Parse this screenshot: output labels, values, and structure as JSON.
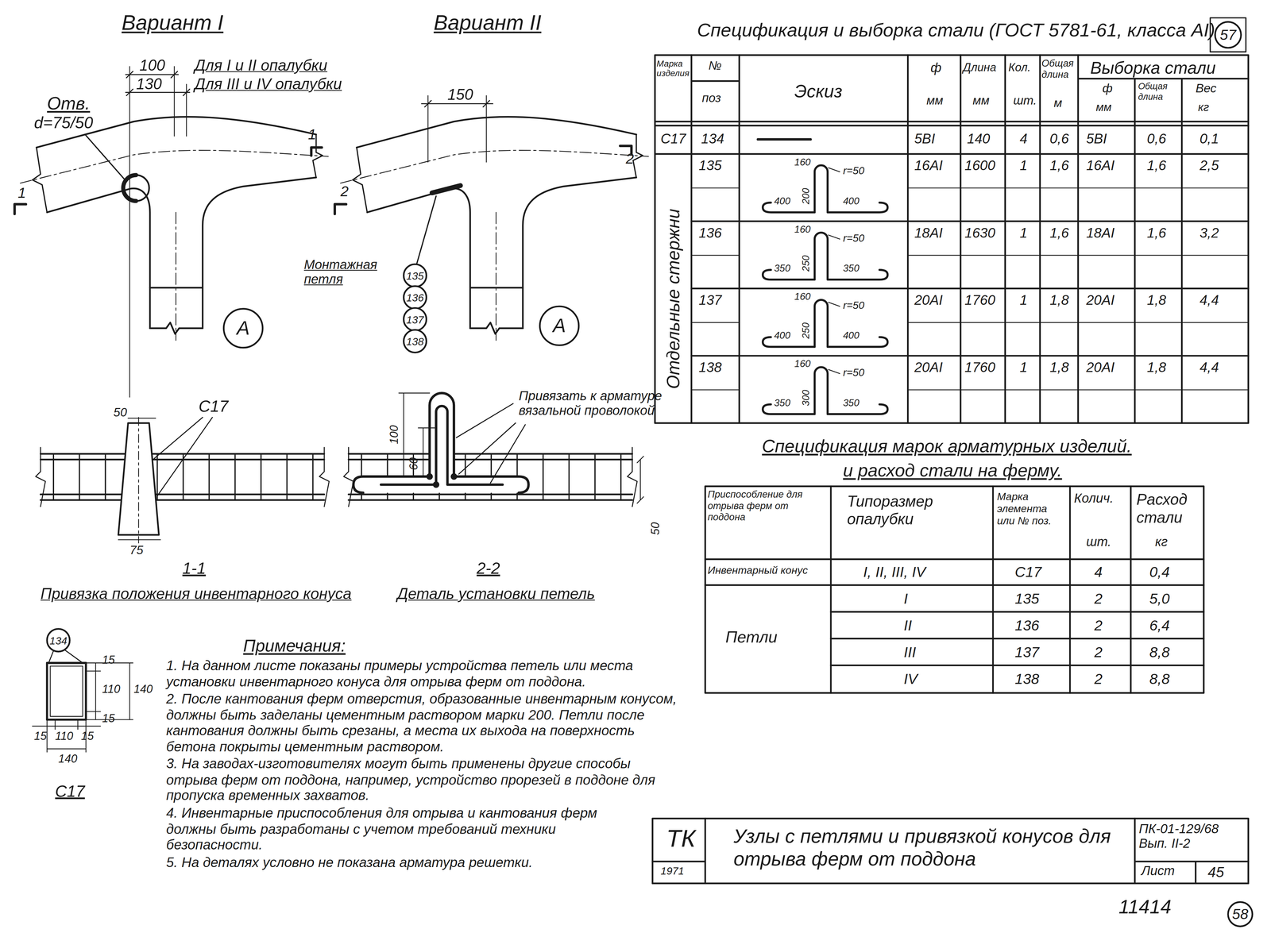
{
  "diagram": {
    "title": "Узлы с петлями и привязкой конусов для отрыва ферм от поддона",
    "nodes": [
      {
        "text": [
          "57"
        ]
      },
      {
        "text": [
          "135"
        ]
      },
      {
        "text": [
          "136"
        ]
      },
      {
        "text": [
          "137"
        ]
      },
      {
        "text": [
          "138"
        ]
      },
      {
        "text": [
          "А"
        ]
      },
      {
        "text": [
          "А"
        ]
      },
      {
        "text": [
          "134"
        ]
      },
      {
        "text": [
          "58"
        ]
      }
    ],
    "labels": [
      "Вариант I",
      "Вариант II",
      "100",
      "Для I и II опалубки",
      "130",
      "Для III и IV опалубки",
      "Отв.",
      "d=75/50",
      "1",
      "1",
      "150",
      "2",
      "2",
      "Монтажная петля",
      "С17",
      "50",
      "75",
      "1-1",
      "Привязка положения инвентарного конуса",
      "100",
      "60",
      "Привязать к арматуре вязальной проволокой",
      "50",
      "2-2",
      "Деталь установки петель",
      "15",
      "110",
      "15",
      "140",
      "15",
      "110",
      "15",
      "140",
      "С17",
      "Примечания:",
      "1. На данном листе показаны примеры устройства петель или места установки инвентарного конуса для отрыва ферм от поддона.",
      "2. После кантования ферм отверстия, образованные инвентарным конусом, должны быть заделаны цементным раствором марки 200. Петли после кантования должны быть срезаны, а места их выхода на поверхность бетона покрыты цементным раствором.",
      "3. На заводах-изготовителях могут быть применены другие способы отрыва ферм от поддона, например, устройство прорезей в поддоне для пропуска временных захватов.",
      "4. Инвентарные приспособления для отрыва и кантования ферм должны быть разработаны с учетом требований техники безопасности.",
      "5. На деталях условно не показана арматура решетки.",
      "Спецификация и выборка стали (ГОСТ 5781-61, класса АI)",
      "Марка изделия",
      "№",
      "поз",
      "Эскиз",
      "ф",
      "мм",
      "Длина",
      "мм",
      "Кол.",
      "шт.",
      "Общая длина",
      "м",
      "Выборка стали",
      "ф",
      "мм",
      "Общая длина",
      "Вес",
      "кг",
      "С17",
      "134",
      "5ВI",
      "140",
      "4",
      "0,6",
      "5ВI",
      "0,6",
      "0,1",
      "Отдельные стержни",
      "135",
      "16АI",
      "1600",
      "1",
      "1,6",
      "16АI",
      "1,6",
      "2,5",
      "160",
      "r=50",
      "200",
      "400",
      "400",
      "136",
      "18АI",
      "1630",
      "1",
      "1,6",
      "18АI",
      "1,6",
      "3,2",
      "160",
      "r=50",
      "250",
      "350",
      "350",
      "137",
      "20АI",
      "1760",
      "1",
      "1,8",
      "20АI",
      "1,8",
      "4,4",
      "160",
      "r=50",
      "250",
      "400",
      "400",
      "138",
      "20АI",
      "1760",
      "1",
      "1,8",
      "20АI",
      "1,8",
      "4,4",
      "160",
      "r=50",
      "300",
      "350",
      "350",
      "Спецификация марок арматурных изделий.",
      "и расход стали на ферму.",
      "Приспособление для отрыва ферм от поддона",
      "Типоразмер опалубки",
      "Марка элемента или № поз.",
      "Колич.",
      "шт.",
      "Расход стали",
      "кг",
      "Инвентарный конус",
      "I, II, III, IV",
      "С17",
      "4",
      "0,4",
      "Петли",
      "I",
      "135",
      "2",
      "5,0",
      "II",
      "136",
      "2",
      "6,4",
      "III",
      "137",
      "2",
      "8,8",
      "IV",
      "138",
      "2",
      "8,8",
      "ТК",
      "1971",
      "ПК-01-129/68 Вып. II-2",
      "Лист",
      "45",
      "11414"
    ]
  }
}
